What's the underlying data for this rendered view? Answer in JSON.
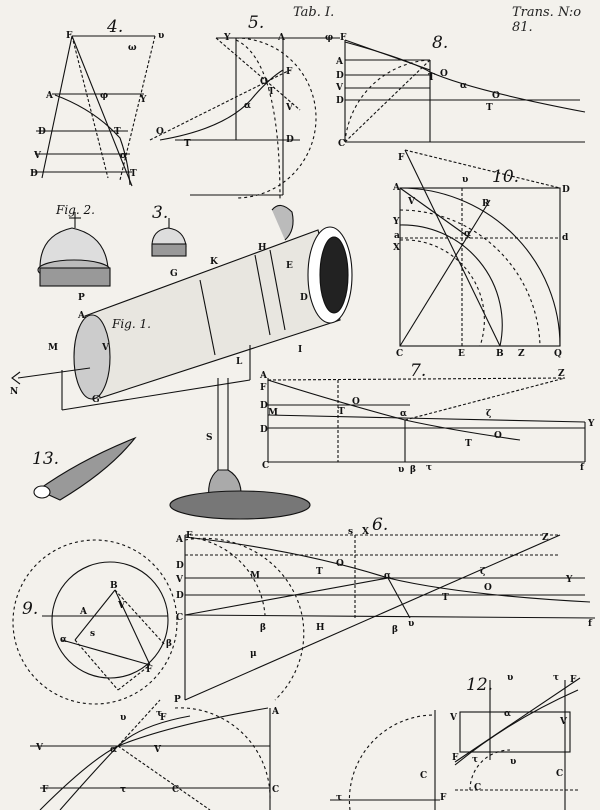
{
  "header": {
    "tab": "Tab. I.",
    "trans": "Trans. N:o 81."
  },
  "figures": {
    "f4": "4.",
    "f5": "5.",
    "f8": "8.",
    "f10": "10.",
    "f2": "Fig. 2.",
    "f3": "3.",
    "f1": "Fig. 1.",
    "f7": "7.",
    "f13": "13.",
    "f6": "6.",
    "f9": "9.",
    "f12": "12."
  },
  "labels": {
    "F": "F",
    "A": "A",
    "D": "D",
    "V": "V",
    "T": "T",
    "O": "O",
    "Y": "Y",
    "C": "C",
    "E": "E",
    "B": "B",
    "Q": "Q",
    "R": "R",
    "X": "X",
    "Z": "Z",
    "S": "S",
    "H": "H",
    "G": "G",
    "K": "K",
    "L": "L",
    "M": "M",
    "N": "N",
    "P": "P",
    "I": "I",
    "alpha": "α",
    "beta": "β",
    "phi": "φ",
    "omega": "ω",
    "upsilon": "υ",
    "tau": "τ",
    "zeta": "ζ",
    "mu": "μ",
    "a": "a",
    "d": "d",
    "f": "f",
    "s": "s"
  },
  "colors": {
    "paper": "#f3f1ec",
    "ink": "#111111"
  }
}
